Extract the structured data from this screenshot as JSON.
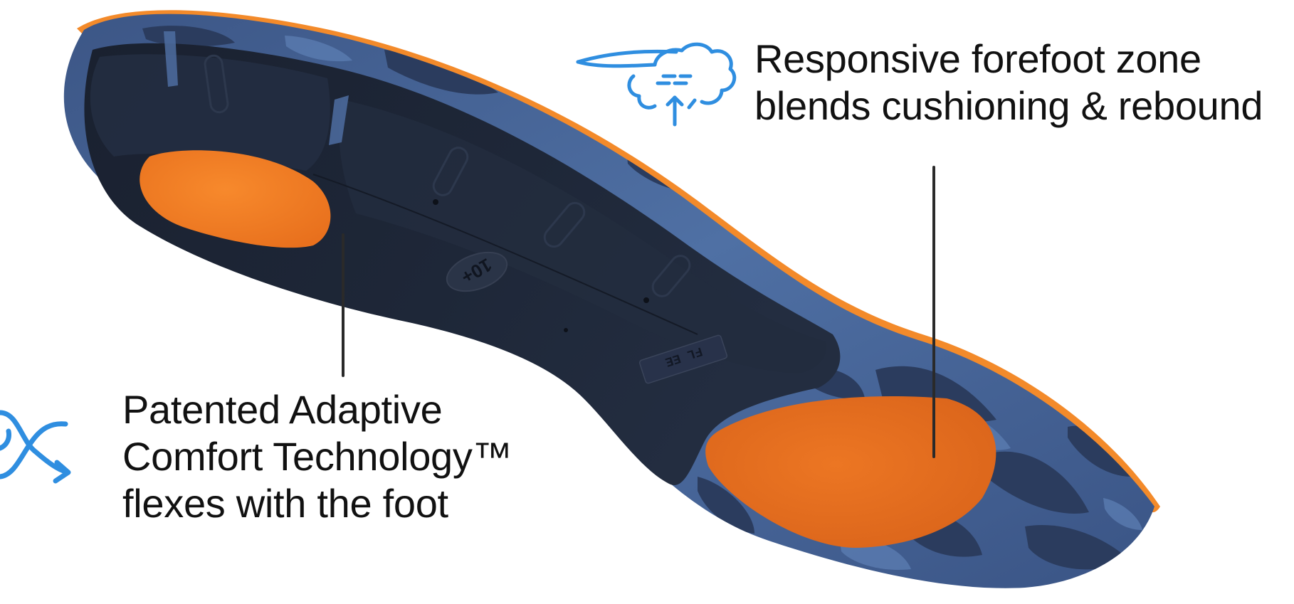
{
  "callouts": {
    "forefoot": {
      "line1": "Responsive forefoot zone",
      "line2": "blends cushioning & rebound"
    },
    "adaptive": {
      "line1": "Patented Adaptive",
      "line2": "Comfort Technology™",
      "line3": "flexes with the foot"
    }
  },
  "insole_markings": {
    "size_mark": "10+",
    "heel_text": "FL EE"
  },
  "icons": {
    "forefoot": "cloud-rebound-icon",
    "adaptive": "flex-arrows-icon"
  },
  "colors": {
    "background": "#ffffff",
    "text": "#111111",
    "icon_blue": "#2f8ee0",
    "insole_dark": "#1c2433",
    "camo_blue": "#4a6a9c",
    "camo_dark": "#2a3b5c",
    "orange_pad": "#f07a22",
    "orange_edge": "#f38a2a",
    "leader_line": "#2a2a2a"
  }
}
